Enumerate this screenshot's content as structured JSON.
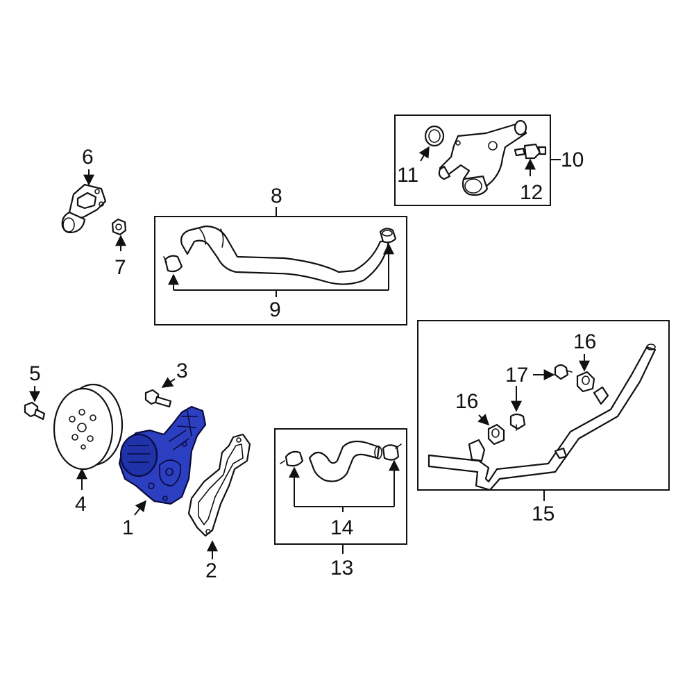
{
  "callouts": {
    "c1": "1",
    "c2": "2",
    "c3": "3",
    "c4": "4",
    "c5": "5",
    "c6": "6",
    "c7": "7",
    "c8": "8",
    "c9": "9",
    "c10": "10",
    "c11": "11",
    "c12": "12",
    "c13": "13",
    "c14": "14",
    "c15": "15",
    "c16a": "16",
    "c16b": "16",
    "c17": "17"
  },
  "highlighted_part": "1",
  "colors": {
    "highlight": "#2b3fc0",
    "line": "#111111",
    "background": "#ffffff"
  }
}
